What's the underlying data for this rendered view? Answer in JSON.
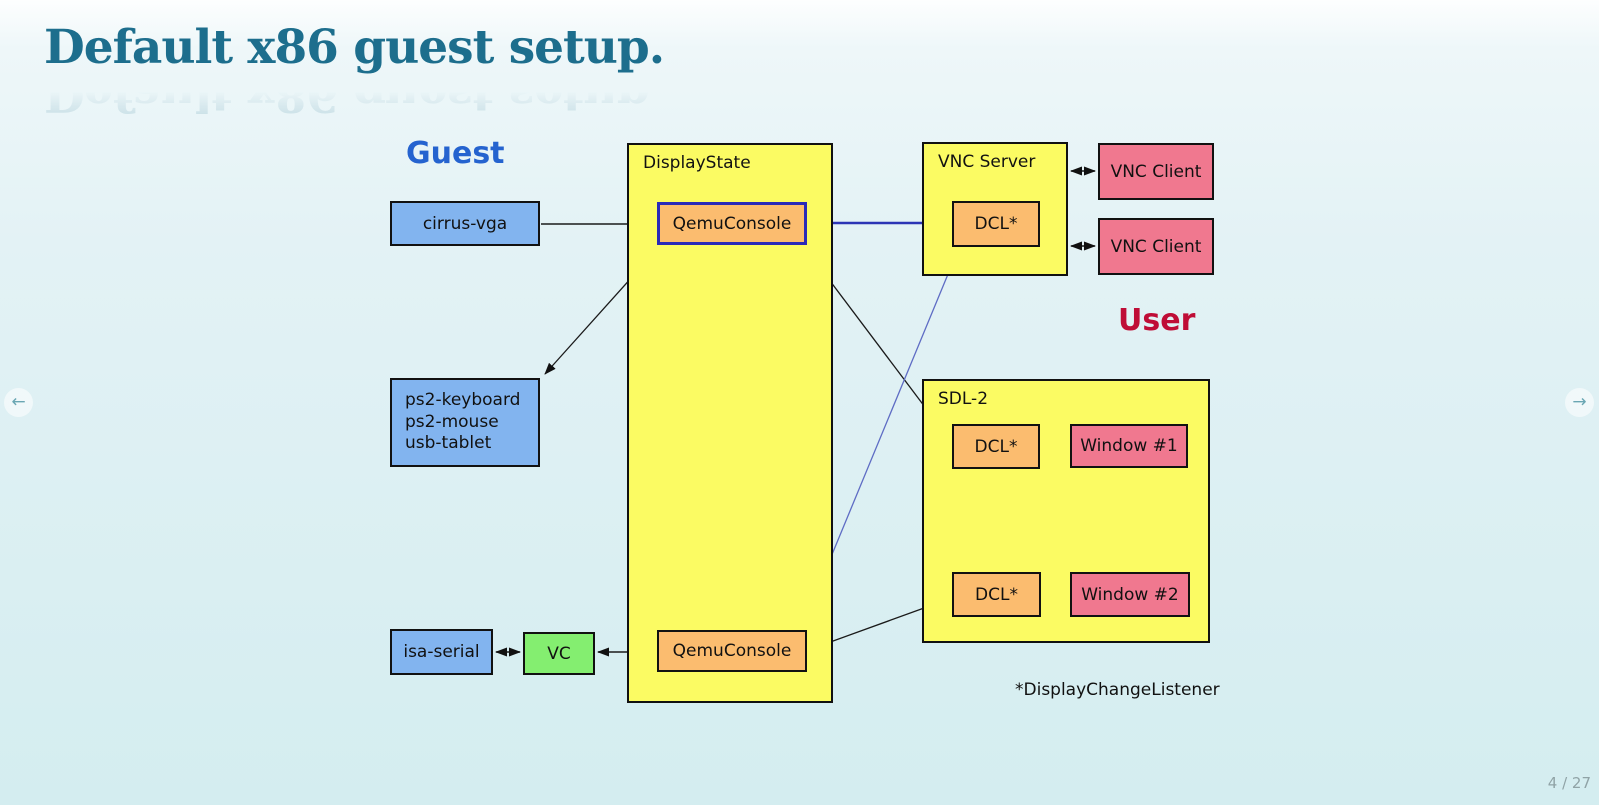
{
  "slide": {
    "title": "Default x86 guest setup.",
    "page_indicator": "4 / 27"
  },
  "sections": {
    "guest_label": "Guest",
    "user_label": "User"
  },
  "nav": {
    "prev_icon": "←",
    "next_icon": "→"
  },
  "diagram": {
    "display_state": {
      "label": "DisplayState",
      "qemu_console_top": "QemuConsole",
      "qemu_console_bottom": "QemuConsole"
    },
    "guest_devices": {
      "cirrus_vga": "cirrus-vga",
      "input_devices": [
        "ps2-keyboard",
        "ps2-mouse",
        "usb-tablet"
      ],
      "isa_serial": "isa-serial",
      "vc": "VC"
    },
    "vnc": {
      "server_label": "VNC Server",
      "dcl": "DCL*",
      "client1": "VNC Client",
      "client2": "VNC Client"
    },
    "sdl": {
      "label": "SDL-2",
      "dcl1": "DCL*",
      "dcl2": "DCL*",
      "window1": "Window #1",
      "window2": "Window #2"
    },
    "footnote": "*DisplayChangeListener"
  },
  "colors": {
    "title": "#1d6e8d",
    "guest_label": "#2563cf",
    "user_label": "#bf0d36",
    "device_blue": "#82b4ef",
    "container_yellow": "#fbfb63",
    "listener_orange": "#fbbc6f",
    "client_pink": "#f0788f",
    "vc_green": "#84ee70",
    "qemu_console_border": "#2a2ab8",
    "vnc_link_blue": "#2c35b5"
  }
}
